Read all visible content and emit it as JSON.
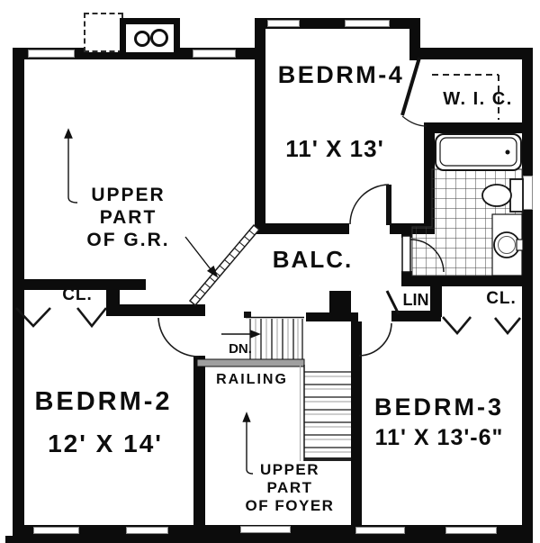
{
  "plan": {
    "rooms": {
      "great_room": {
        "label": "UPPER\nPART\nOF G.R."
      },
      "bedroom4": {
        "name": "BEDRM-4",
        "dims": "11' X 13'"
      },
      "walk_in_closet": {
        "label": "W. I. C."
      },
      "balcony": {
        "label": "BALC."
      },
      "bedroom2": {
        "name": "BEDRM-2",
        "dims": "12' X 14'"
      },
      "bedroom3": {
        "name": "BEDRM-3",
        "dims": "11' X 13'-6\""
      },
      "foyer": {
        "label": "UPPER\nPART\nOF FOYER"
      }
    },
    "closets": {
      "bedroom2_closet": "CL.",
      "bedroom3_closet": "CL.",
      "linen": "LIN"
    },
    "stairs": {
      "direction": "DN.",
      "railing": "RAILING"
    },
    "colors": {
      "wall": "#0c0c0c",
      "paper": "#ffffff"
    }
  }
}
